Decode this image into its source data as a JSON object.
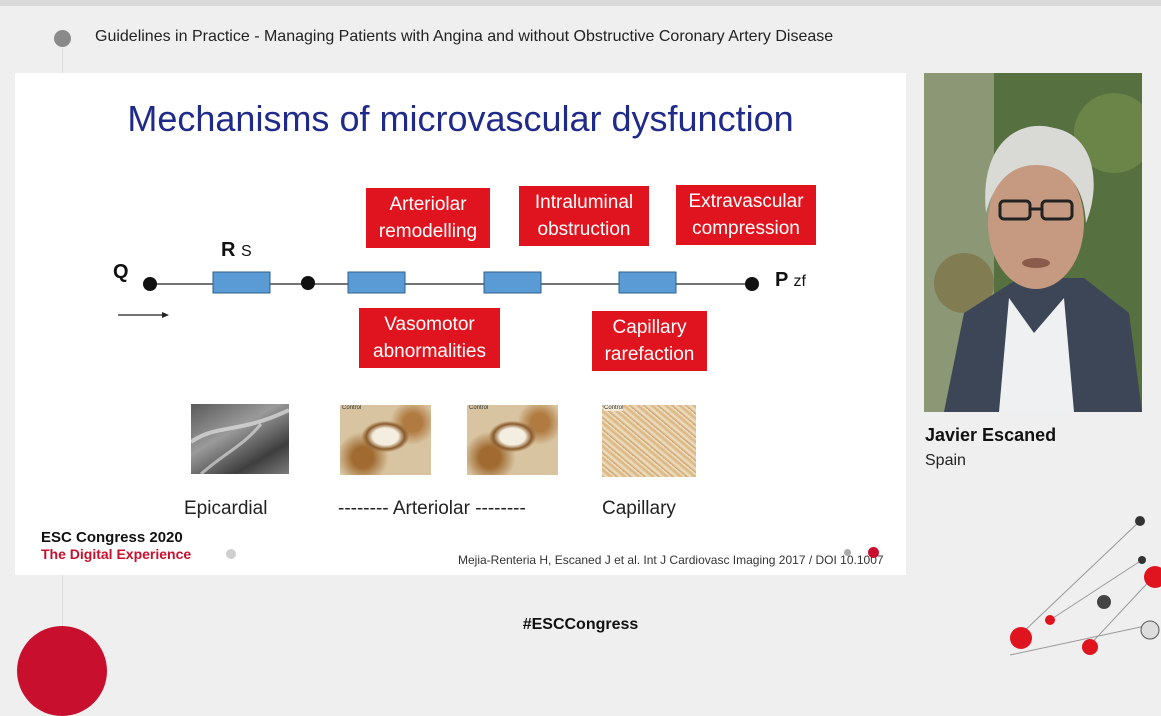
{
  "header": {
    "session_title": "Guidelines in Practice - Managing Patients with Angina and without Obstructive Coronary Artery Disease"
  },
  "slide": {
    "title": "Mechanisms of microvascular dysfunction",
    "flow_label": "Q",
    "resistance_label": "R",
    "resistance_sub": "S",
    "pressure_label": "P",
    "pressure_sub": "zf",
    "boxes": {
      "arteriolar_l1": "Arteriolar",
      "arteriolar_l2": "remodelling",
      "intraluminal_l1": "Intraluminal",
      "intraluminal_l2": "obstruction",
      "extravascular_l1": "Extravascular",
      "extravascular_l2": "compression",
      "vasomotor_l1": "Vasomotor",
      "vasomotor_l2": "abnormalities",
      "capillary_l1": "Capillary",
      "capillary_l2": "rarefaction"
    },
    "captions": {
      "epicardial": "Epicardial",
      "arteriolar": "-------- Arteriolar --------",
      "capillary": "Capillary"
    },
    "image_labels": {
      "control": "Control"
    },
    "logo": {
      "line1": "ESC Congress 2020",
      "line2": "The Digital Experience"
    },
    "citation": "Mejia-Renteria H, Escaned J et al. Int J Cardiovasc Imaging 2017 / DOI 10.1007"
  },
  "speaker": {
    "name": "Javier Escaned",
    "country": "Spain"
  },
  "footer": {
    "hashtag": "#ESCCongress"
  },
  "colors": {
    "accent_red": "#e0141e",
    "title_blue": "#1f2a8a",
    "resistor_blue": "#5b9bd5"
  }
}
